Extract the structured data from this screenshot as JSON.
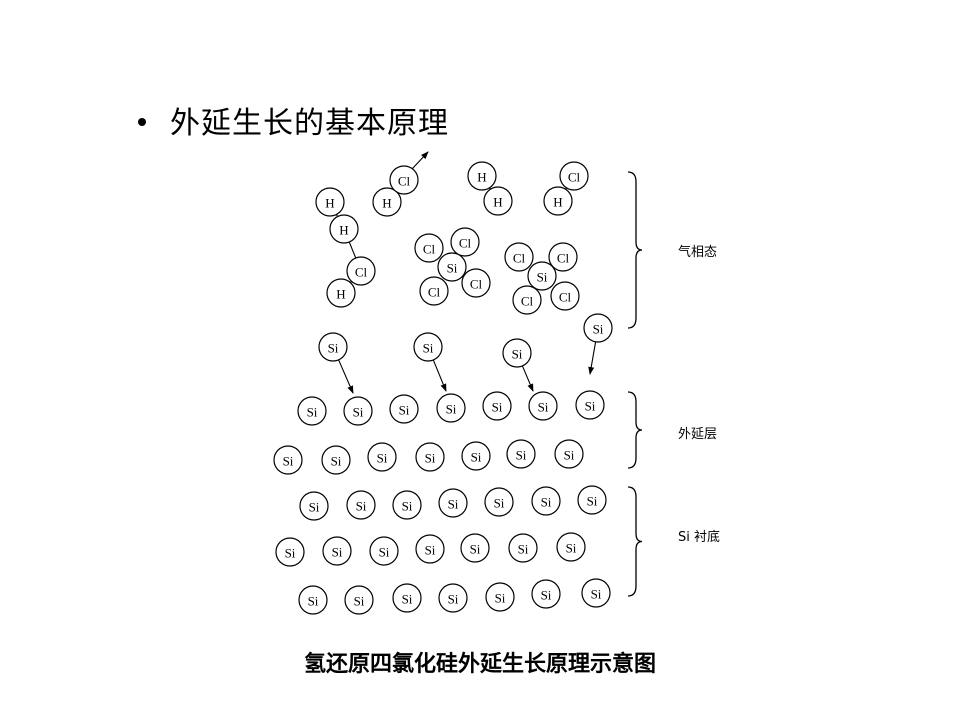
{
  "title": "外延生长的基本原理",
  "caption": "氢还原四氯化硅外延生长原理示意图",
  "labels": {
    "gas_phase": "气相态",
    "epi_layer": "外延层",
    "substrate": "Si 衬底"
  },
  "atoms": {
    "H": "H",
    "Cl": "Cl",
    "Si": "Si"
  },
  "colors": {
    "ink": "#000000",
    "background": "#ffffff"
  }
}
